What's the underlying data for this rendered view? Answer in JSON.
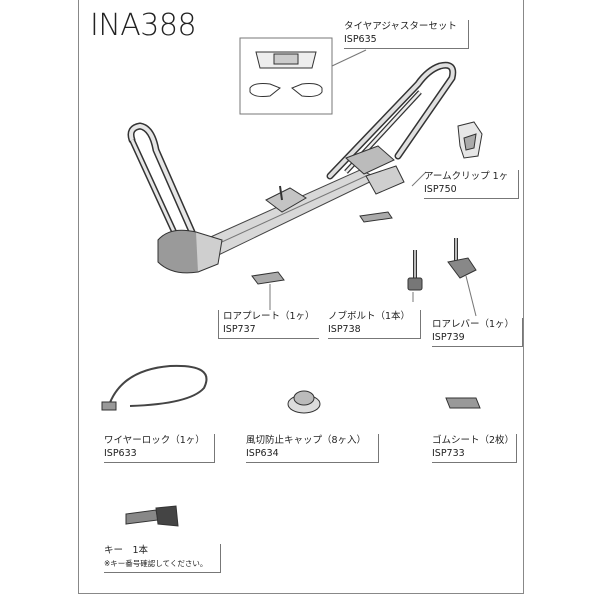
{
  "title": "INA388",
  "parts": {
    "tire_adjuster": {
      "name": "タイヤアジャスターセット",
      "code": "ISP635"
    },
    "arm_clip": {
      "name": "アームクリップ 1ヶ",
      "code": "ISP750"
    },
    "lower_plate": {
      "name": "ロアプレート（1ヶ）",
      "code": "ISP737"
    },
    "knob_bolt": {
      "name": "ノブボルト（1本）",
      "code": "ISP738"
    },
    "lower_lever": {
      "name": "ロアレバー（1ヶ）",
      "code": "ISP739"
    },
    "wire_lock": {
      "name": "ワイヤーロック（1ヶ）",
      "code": "ISP633"
    },
    "wind_cap": {
      "name": "風切防止キャップ（8ヶ入）",
      "code": "ISP634"
    },
    "rubber_sheet": {
      "name": "ゴムシート（2枚）",
      "code": "ISP733"
    },
    "key": {
      "name": "キー　1本",
      "note": "※キー番号確認してください。"
    }
  }
}
